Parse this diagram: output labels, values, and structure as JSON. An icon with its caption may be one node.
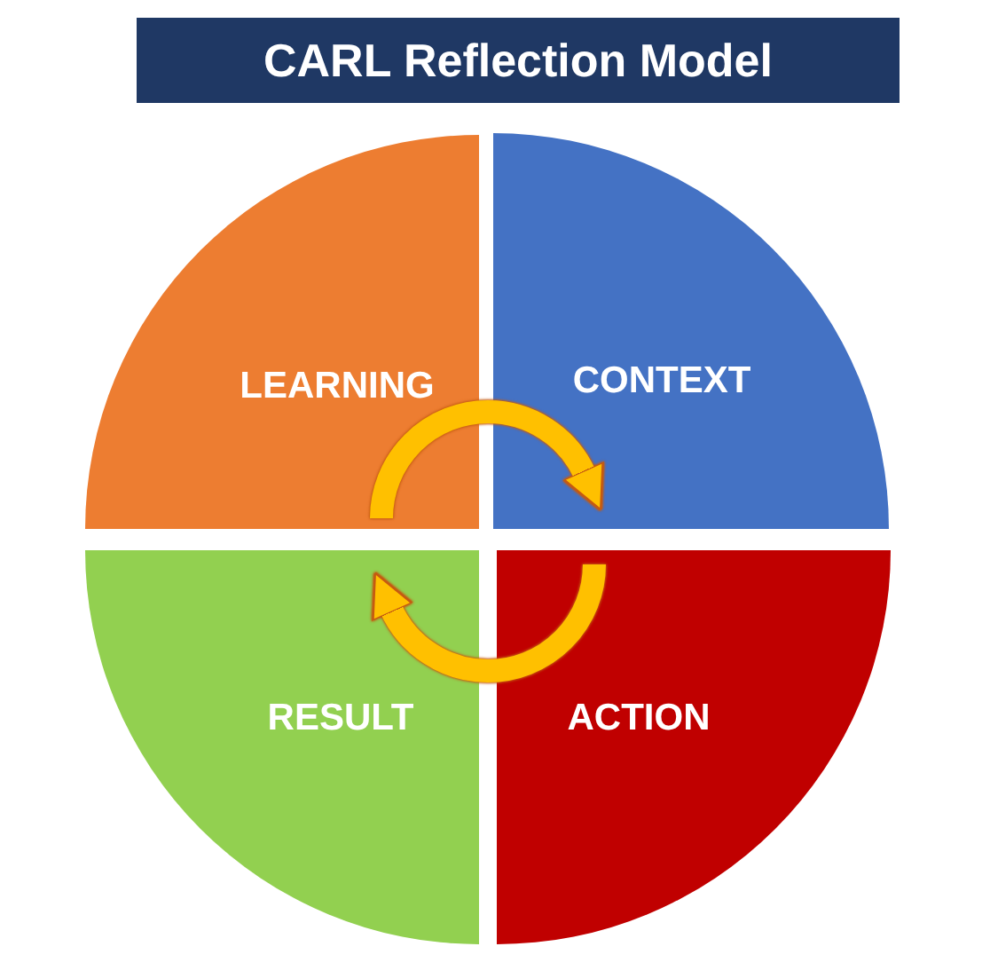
{
  "diagram": {
    "title": "CARL Reflection Model",
    "nodes": [
      {
        "text": [
          "LEARNING"
        ]
      },
      {
        "text": [
          "CONTEXT"
        ]
      },
      {
        "text": [
          "RESULT"
        ]
      },
      {
        "text": [
          "ACTION"
        ]
      }
    ],
    "edges": [
      {
        "from": 0,
        "to": 1,
        "arrow": "to"
      },
      {
        "from": 3,
        "to": 2,
        "arrow": "to"
      }
    ]
  }
}
